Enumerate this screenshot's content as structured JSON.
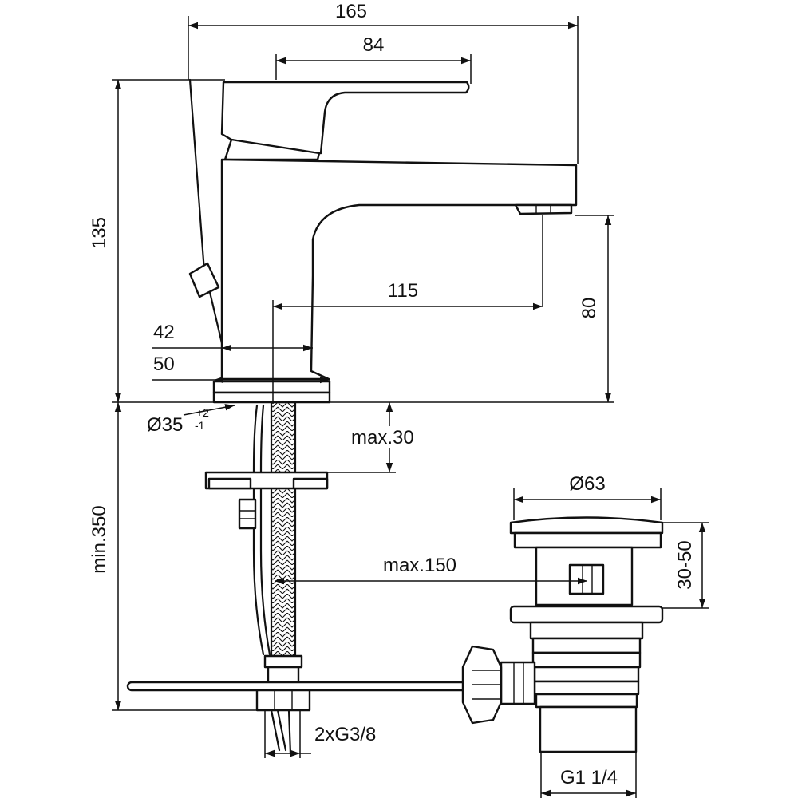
{
  "dimensions": {
    "overall_width": "165",
    "handle_width": "84",
    "height": "135",
    "spout_reach": "115",
    "spout_height": "80",
    "base_42": "42",
    "base_50": "50",
    "hole_diameter": "Ø35",
    "hole_tol_plus": "+2",
    "hole_tol_minus": "-1",
    "deck_thickness": "max.30",
    "below_deck": "min.350",
    "drain_diameter": "Ø63",
    "drain_stopper": "30-50",
    "rod_distance": "max.150",
    "connections": "2xG3/8",
    "drain_thread": "G1 1/4"
  }
}
